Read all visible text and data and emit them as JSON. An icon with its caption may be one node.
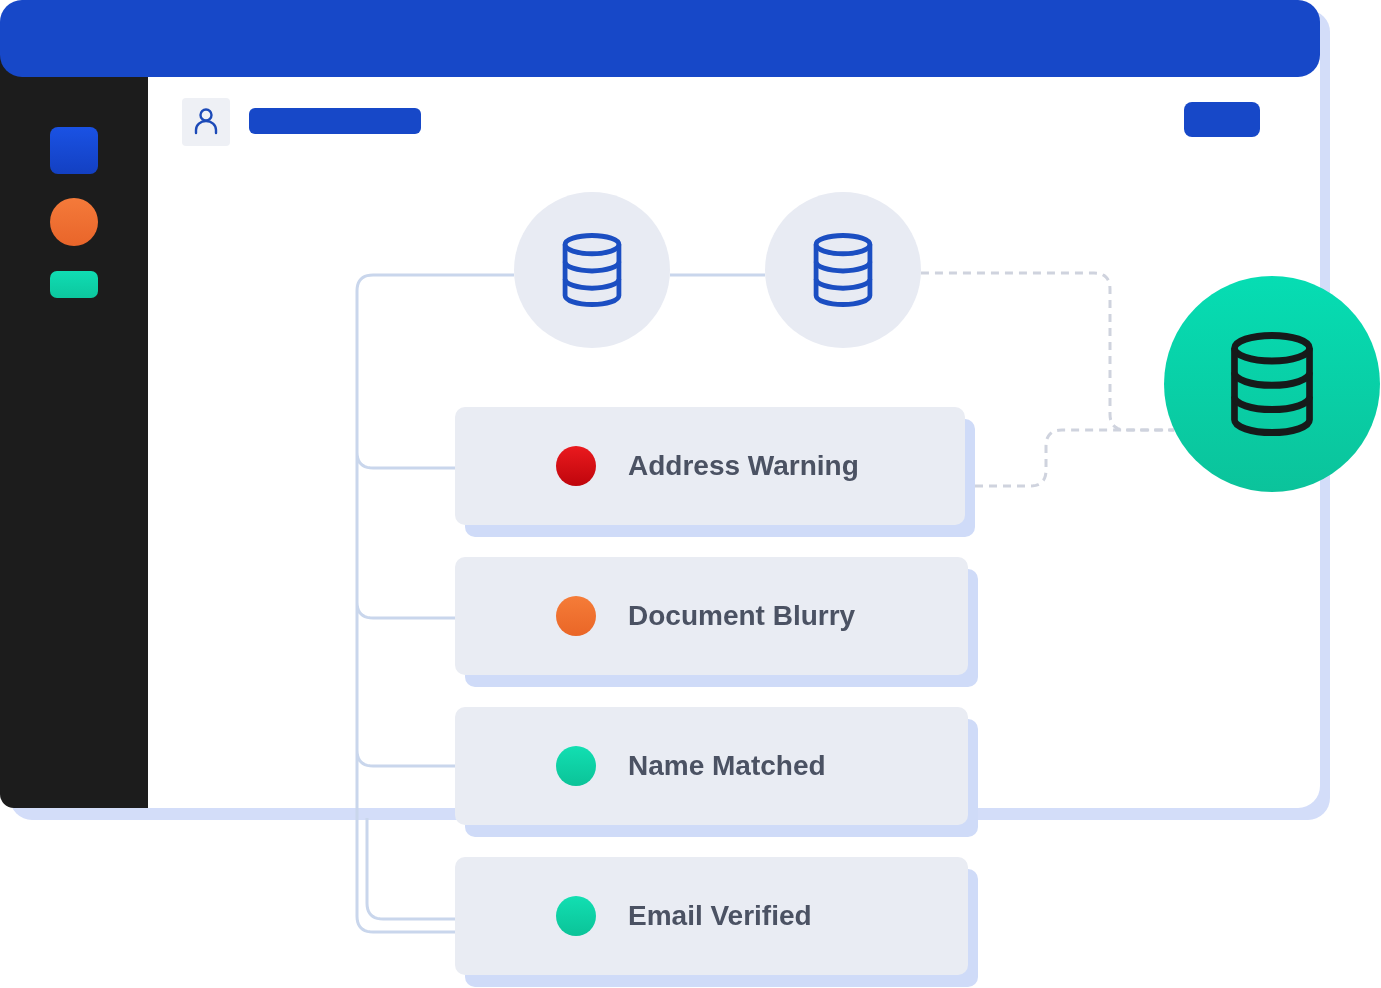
{
  "diagram": {
    "nodes": [
      {
        "text": [],
        "shape": "circle"
      },
      {
        "text": [],
        "shape": "circle"
      },
      {
        "text": [],
        "shape": "circle"
      },
      {
        "text": [
          "Address Warning"
        ]
      },
      {
        "text": [
          "Document Blurry"
        ]
      },
      {
        "text": [
          "Name Matched"
        ]
      },
      {
        "text": [
          "Email Verified"
        ]
      }
    ],
    "edges": [
      {
        "from": 0,
        "to": 1,
        "arrow": "none"
      },
      {
        "from": 0,
        "to": 3,
        "arrow": "none"
      },
      {
        "from": 0,
        "to": 4,
        "arrow": "none"
      },
      {
        "from": 0,
        "to": 5,
        "arrow": "none"
      },
      {
        "from": 0,
        "to": 6,
        "arrow": "none"
      },
      {
        "from": null,
        "to": 6,
        "arrow": "none"
      },
      {
        "from": 1,
        "to": 2,
        "arrow": "none",
        "style": "dashed",
        "color": "#cfd3de"
      },
      {
        "from": 3,
        "to": 2,
        "arrow": "none",
        "style": "dashed",
        "color": "#cfd3de"
      }
    ]
  }
}
